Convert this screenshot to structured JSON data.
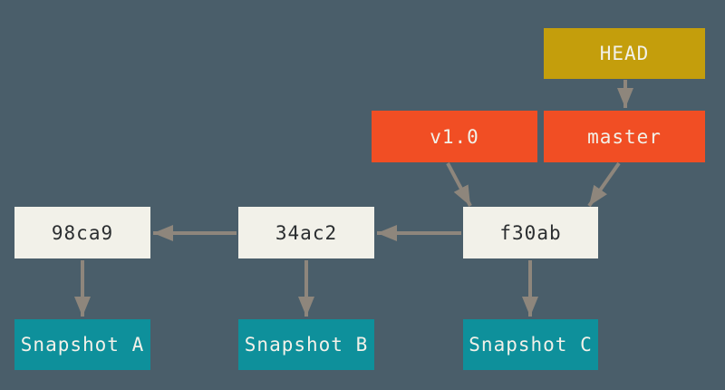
{
  "colors": {
    "bg": "#4A5E6A",
    "gold": "#C49E0C",
    "red": "#F14E24",
    "paper": "#F2F1E9",
    "teal": "#0E909B",
    "arrow": "#8E867C",
    "ink": "#2B2E30"
  },
  "nodes": {
    "head": {
      "label": "HEAD"
    },
    "v1_0": {
      "label": "v1.0"
    },
    "master": {
      "label": "master"
    },
    "c98ca9": {
      "label": "98ca9"
    },
    "c34ac2": {
      "label": "34ac2"
    },
    "cf30ab": {
      "label": "f30ab"
    },
    "snapshot_a": {
      "label": "Snapshot A"
    },
    "snapshot_b": {
      "label": "Snapshot B"
    },
    "snapshot_c": {
      "label": "Snapshot C"
    }
  },
  "edges": [
    {
      "from": "HEAD",
      "to": "master"
    },
    {
      "from": "v1.0",
      "to": "f30ab"
    },
    {
      "from": "master",
      "to": "f30ab"
    },
    {
      "from": "f30ab",
      "to": "34ac2"
    },
    {
      "from": "34ac2",
      "to": "98ca9"
    },
    {
      "from": "98ca9",
      "to": "Snapshot A"
    },
    {
      "from": "34ac2",
      "to": "Snapshot B"
    },
    {
      "from": "f30ab",
      "to": "Snapshot C"
    }
  ]
}
